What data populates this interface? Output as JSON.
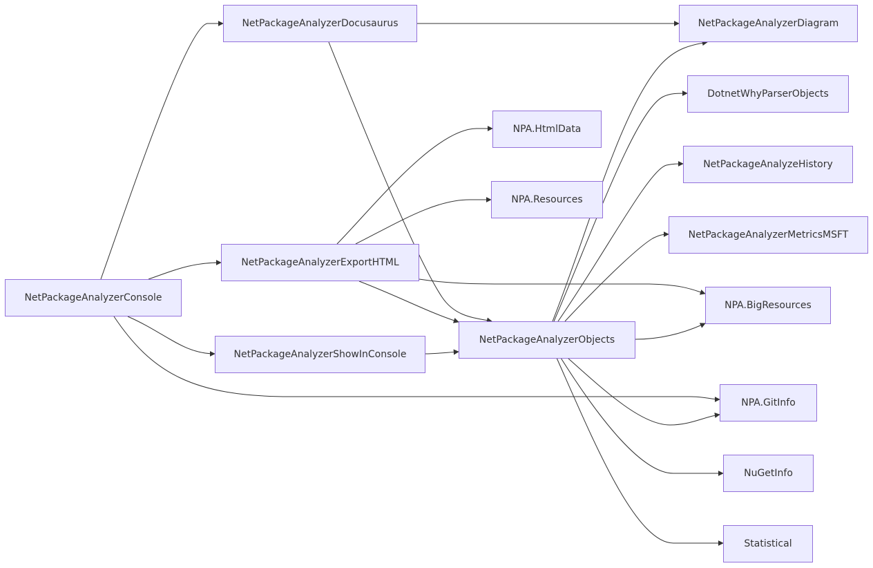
{
  "nodes": [
    {
      "id": "docusaurus",
      "label": "NetPackageAnalyzerDocusaurus"
    },
    {
      "id": "diagram",
      "label": "NetPackageAnalyzerDiagram"
    },
    {
      "id": "dotnetwhy",
      "label": "DotnetWhyParserObjects"
    },
    {
      "id": "htmldata",
      "label": "NPA.HtmlData"
    },
    {
      "id": "history",
      "label": "NetPackageAnalyzeHistory"
    },
    {
      "id": "resources",
      "label": "NPA.Resources"
    },
    {
      "id": "metricsmsft",
      "label": "NetPackageAnalyzerMetricsMSFT"
    },
    {
      "id": "exporthtml",
      "label": "NetPackageAnalyzerExportHTML"
    },
    {
      "id": "console",
      "label": "NetPackageAnalyzerConsole"
    },
    {
      "id": "bigresources",
      "label": "NPA.BigResources"
    },
    {
      "id": "objects",
      "label": "NetPackageAnalyzerObjects"
    },
    {
      "id": "showinconsole",
      "label": "NetPackageAnalyzerShowInConsole"
    },
    {
      "id": "gitinfo",
      "label": "NPA.GitInfo"
    },
    {
      "id": "nugetinfo",
      "label": "NuGetInfo"
    },
    {
      "id": "statistical",
      "label": "Statistical"
    }
  ],
  "edges": [
    {
      "from": "console",
      "to": "docusaurus"
    },
    {
      "from": "console",
      "to": "exporthtml"
    },
    {
      "from": "console",
      "to": "showinconsole"
    },
    {
      "from": "console",
      "to": "gitinfo"
    },
    {
      "from": "docusaurus",
      "to": "diagram"
    },
    {
      "from": "docusaurus",
      "to": "objects"
    },
    {
      "from": "exporthtml",
      "to": "htmldata"
    },
    {
      "from": "exporthtml",
      "to": "resources"
    },
    {
      "from": "exporthtml",
      "to": "bigresources"
    },
    {
      "from": "exporthtml",
      "to": "objects"
    },
    {
      "from": "showinconsole",
      "to": "objects"
    },
    {
      "from": "objects",
      "to": "diagram"
    },
    {
      "from": "objects",
      "to": "dotnetwhy"
    },
    {
      "from": "objects",
      "to": "history"
    },
    {
      "from": "objects",
      "to": "metricsmsft"
    },
    {
      "from": "objects",
      "to": "bigresources"
    },
    {
      "from": "objects",
      "to": "gitinfo"
    },
    {
      "from": "objects",
      "to": "nugetinfo"
    },
    {
      "from": "objects",
      "to": "statistical"
    }
  ],
  "colors": {
    "node_fill": "#ececff",
    "node_border": "#9370db",
    "edge": "#333333",
    "text": "#333333"
  }
}
